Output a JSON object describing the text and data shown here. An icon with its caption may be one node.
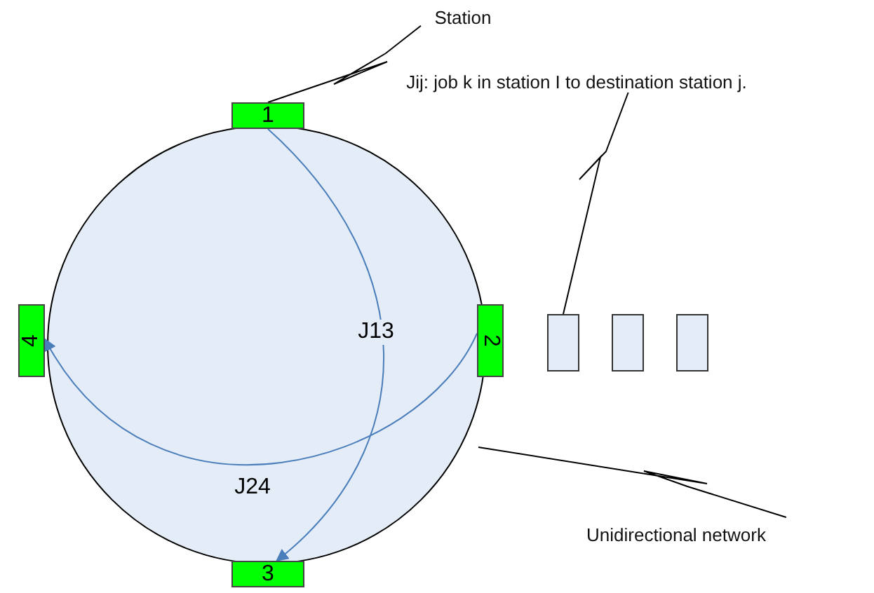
{
  "diagram": {
    "nodes": [
      {
        "text": [
          "1"
        ]
      },
      {
        "text": [
          "2"
        ]
      },
      {
        "text": [
          "3"
        ]
      },
      {
        "text": [
          "4"
        ]
      },
      {
        "text": [],
        "shape": "box"
      },
      {
        "text": [],
        "shape": "box"
      },
      {
        "text": [],
        "shape": "box"
      },
      {
        "text": [
          "Station"
        ]
      },
      {
        "text": [
          "Jij: job k in station I to destination station j."
        ]
      },
      {
        "text": [
          "Unidirectional network"
        ]
      }
    ],
    "edges": [
      {
        "from": 0,
        "to": 2,
        "arrow": "to",
        "label": "J13",
        "color": "#4a7ebb"
      },
      {
        "from": 1,
        "to": 3,
        "arrow": "to",
        "label": "J24",
        "color": "#4a7ebb"
      },
      {
        "from": 7,
        "to": 0,
        "arrow": "none"
      },
      {
        "from": 8,
        "to": 4,
        "arrow": "none"
      },
      {
        "from": 9,
        "to": null,
        "arrow": "none"
      }
    ]
  }
}
